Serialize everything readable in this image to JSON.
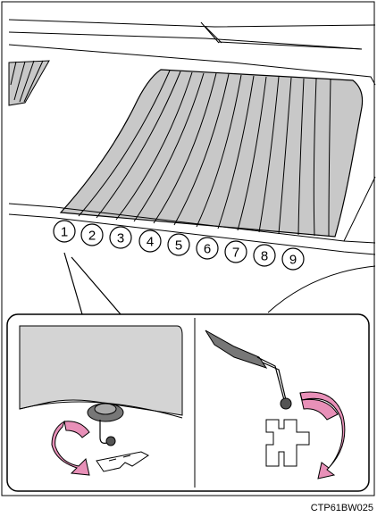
{
  "figure_code": "CTP61BW025",
  "callout_numbers": [
    "1",
    "2",
    "3",
    "4",
    "5",
    "6",
    "7",
    "8",
    "9"
  ],
  "colors": {
    "shade_fill": "#c8c8c8",
    "shade_stroke": "#000000",
    "inset_fill": "#d4d4d4",
    "arrow_pink": "#e890b8"
  },
  "icons": {
    "rotation_arrow_left": "curved-pink-arrow",
    "rotation_arrow_right": "curved-pink-arrow",
    "hook_tool": "hook-tool",
    "fastener": "fastener"
  }
}
